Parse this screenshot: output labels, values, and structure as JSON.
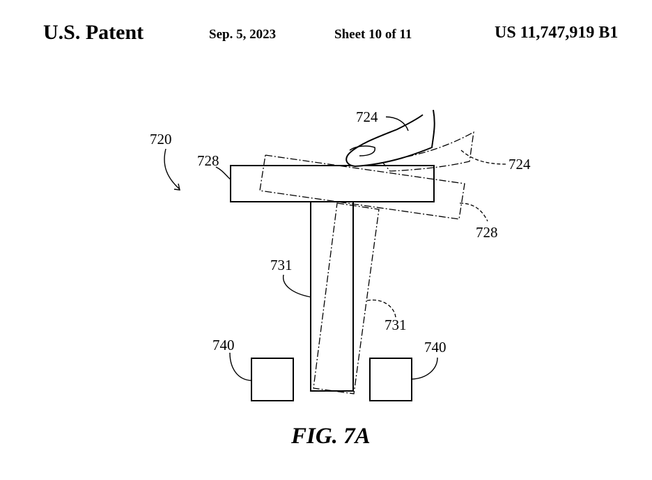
{
  "header": {
    "title": "U.S. Patent",
    "date": "Sep. 5, 2023",
    "sheet": "Sheet 10 of 11",
    "patent_number": "US 11,747,919 B1"
  },
  "figure": {
    "caption": "FIG. 7A",
    "labels": {
      "assembly": "720",
      "finger_solid": "724",
      "finger_dashed": "724",
      "cap_solid": "728",
      "cap_dashed": "728",
      "stem_solid": "731",
      "stem_dashed": "731",
      "sensor_left": "740",
      "sensor_right": "740"
    }
  }
}
